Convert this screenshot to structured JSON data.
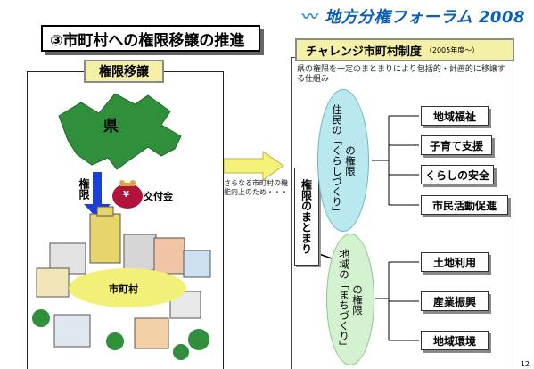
{
  "header": {
    "title": "③市町村への権限移譲の推進",
    "brand": "地方分権フォーラム 2008"
  },
  "left": {
    "badge": "権限移譲",
    "prefecture_label": "県",
    "authority_label": "権限",
    "grant_label": "交付金",
    "municipality_label": "市町村",
    "yen_symbol": "¥"
  },
  "middle_note": "さらなる市町村の機能向上のため・・・",
  "right": {
    "heading": "チャレンジ市町村制度",
    "heading_sub": "（2005年度～）",
    "description": "県の権限を一定のまとまりにより包括的・計画的に移譲する仕組み",
    "bundle_label": "権限のまとまり",
    "group1": {
      "col1": "住民の「くらしづくり」",
      "col2": "の権限",
      "items": [
        "地域福祉",
        "子育て支援",
        "くらしの安全",
        "市民活動促進"
      ]
    },
    "group2": {
      "col1": "地域の「まちづくり」",
      "col2": "の権限",
      "items": [
        "土地利用",
        "産業振興",
        "地域環境"
      ]
    }
  },
  "page_number": "12",
  "colors": {
    "prefecture_green": "#2f8f3a",
    "arrow_blue": "#1a3fd6",
    "arrow_yellow": "#f5f27a",
    "ellipse1": "#b9e8ee",
    "ellipse2": "#d4f2d0",
    "brand_blue": "#0b5fb8"
  }
}
